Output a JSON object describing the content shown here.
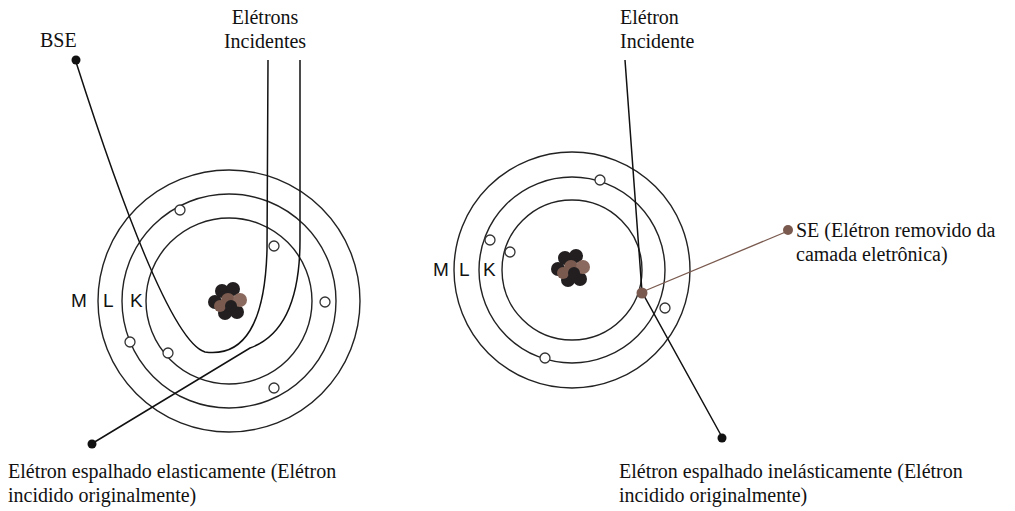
{
  "diagram": {
    "labels": [
      "BSE",
      "Elétrons Incidentes",
      "M",
      "L",
      "K",
      "Elétron espalhado elasticamente (Elétron incidido originalmente)",
      "Elétron Incidente",
      "M",
      "L",
      "K",
      "SE (Elétron removido da camada eletrônica)",
      "Elétron espalhado inelásticamente (Elétron incidido originalmente)"
    ]
  }
}
